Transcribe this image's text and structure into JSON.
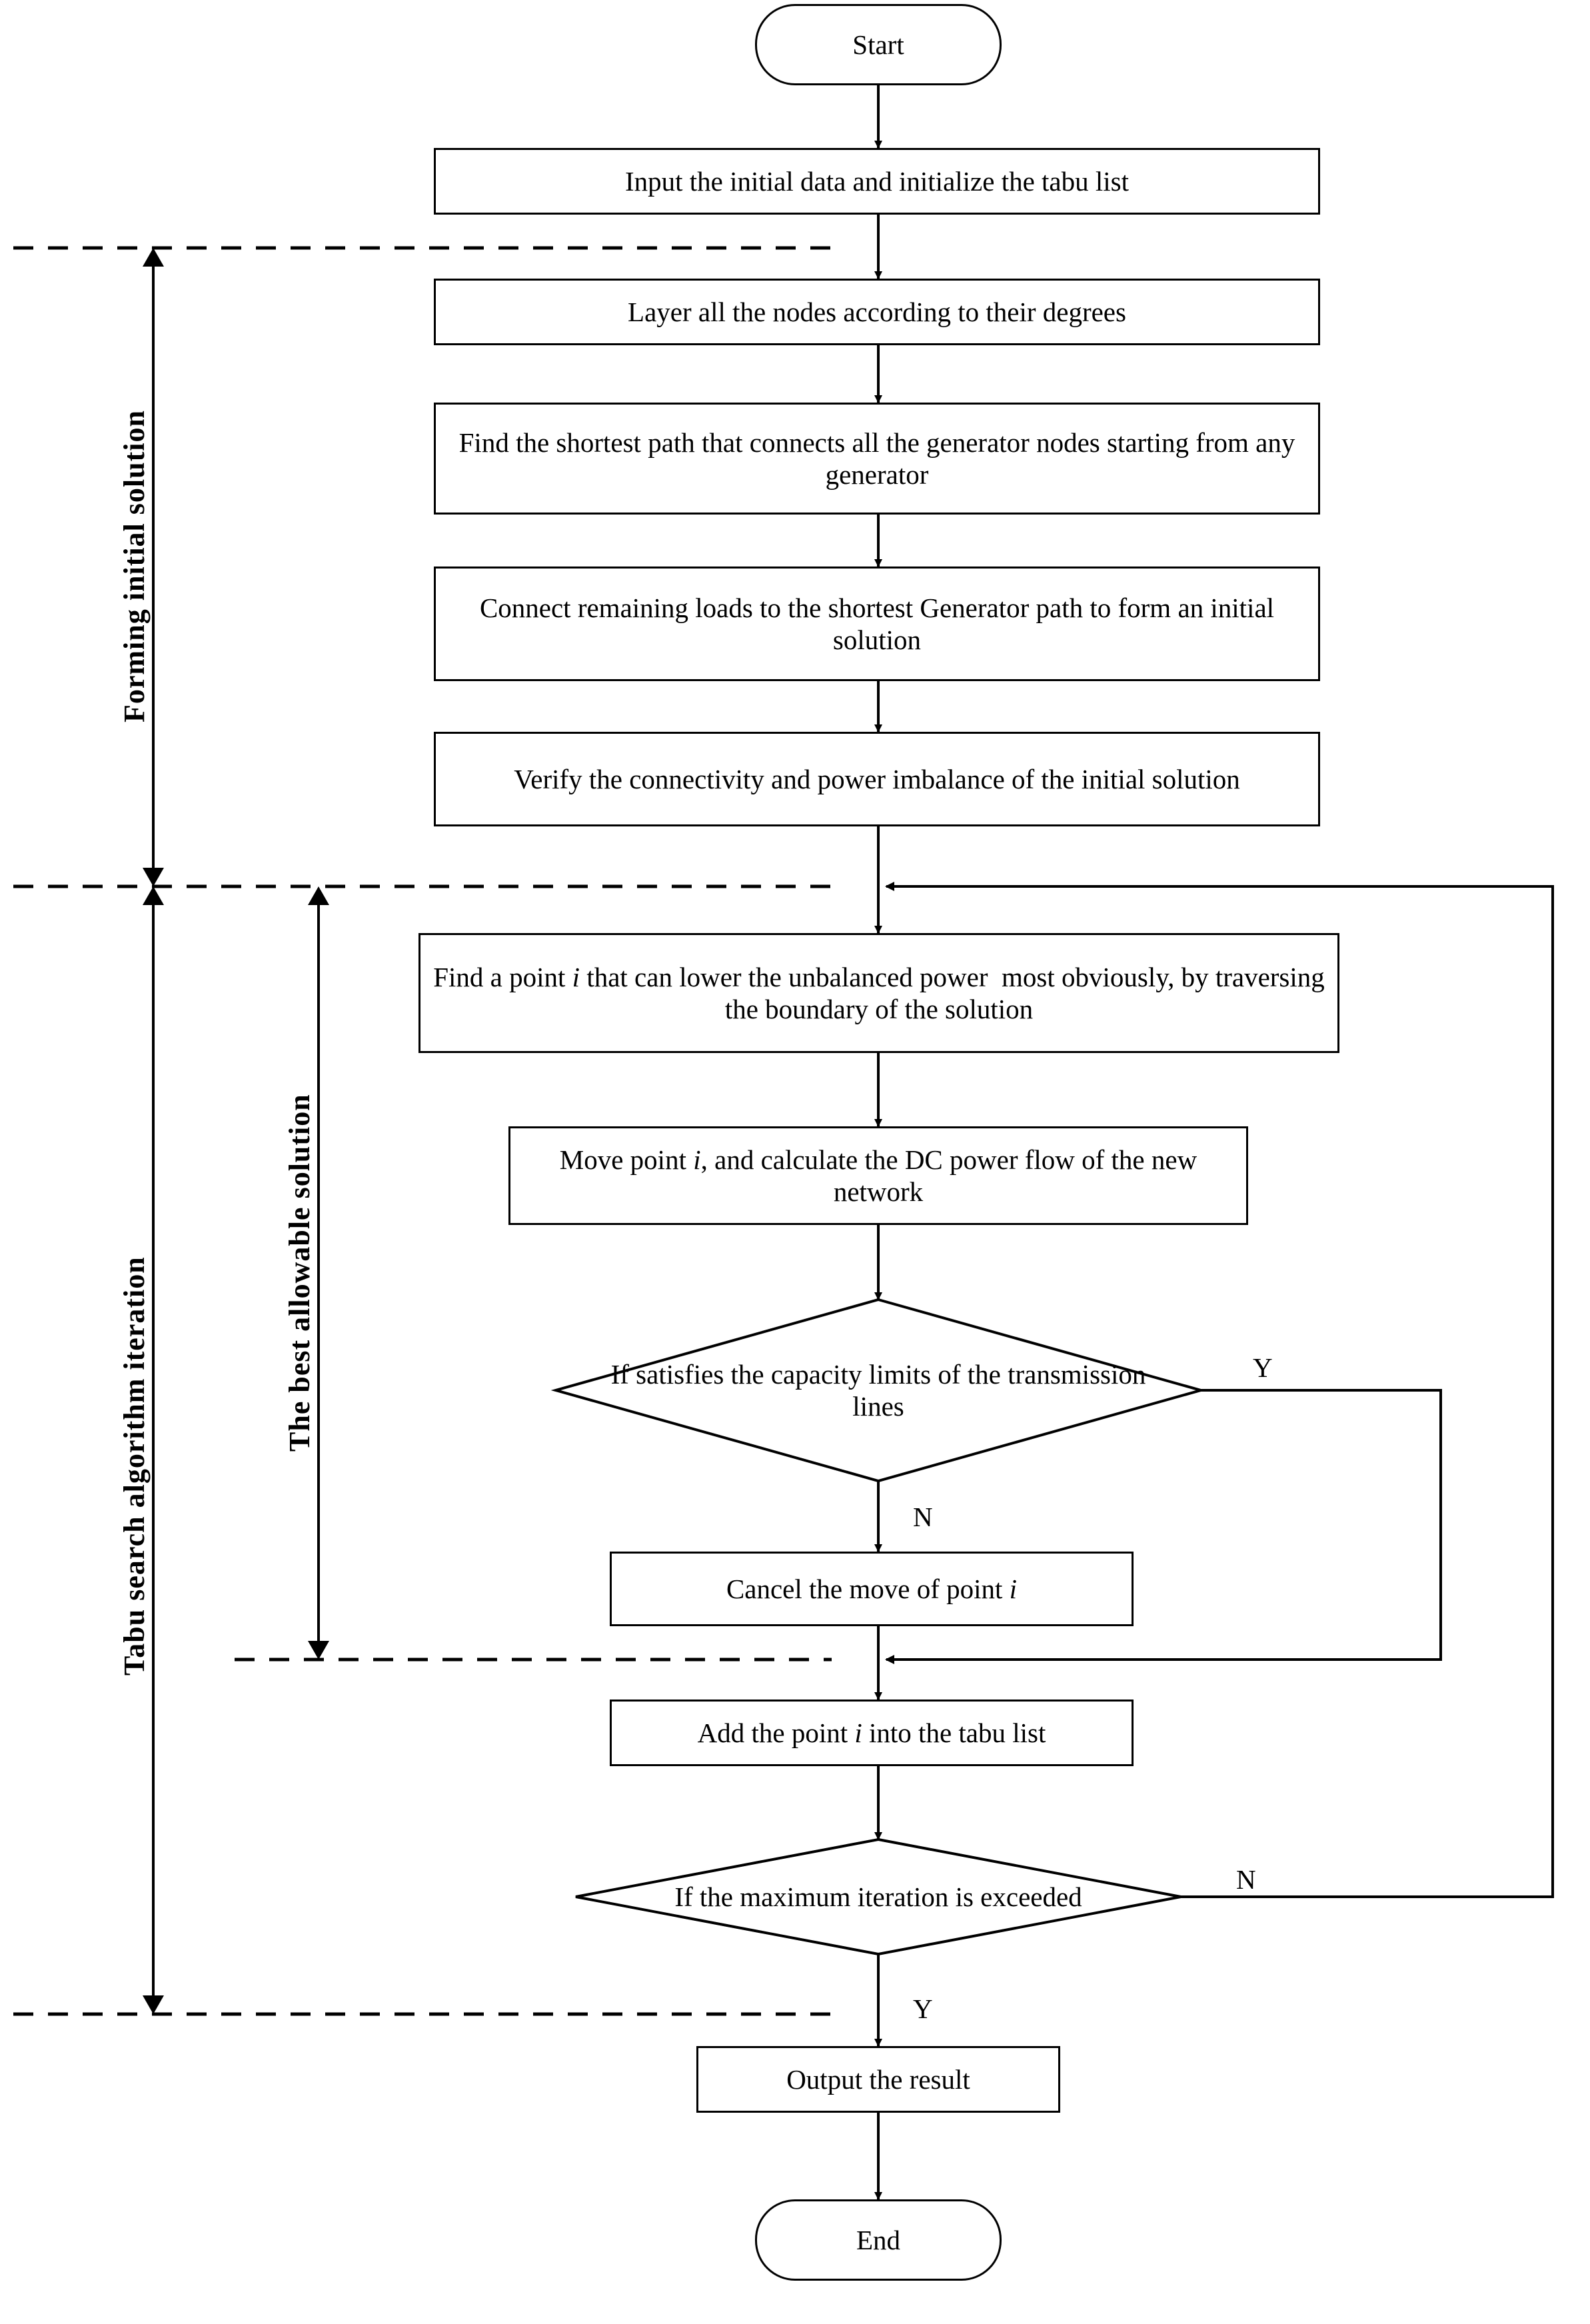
{
  "diagram": {
    "title": "Tabu search algorithm flowchart",
    "nodes": {
      "start": "Start",
      "input_data": "Input the initial data and initialize the tabu list",
      "layer_nodes": "Layer all the nodes according to their degrees",
      "shortest_path": "Find the shortest path that connects all the generator nodes starting from any generator",
      "connect_loads": "Connect remaining loads to the shortest Generator  path to form an initial solution",
      "verify": "Verify the connectivity and power imbalance of the initial solution",
      "find_point": "Find a point i that can lower the unbalanced power  most obviously, by traversing the boundary of the solution",
      "move_point": "Move point i, and calculate the DC power flow of the new network",
      "decision_capacity": "If satisfies the capacity limits of the transmission lines",
      "cancel_move": "Cancel the move of point i",
      "add_tabu": "Add the point i into the tabu list",
      "decision_iteration": "If  the maximum iteration is exceeded",
      "output": "Output the result",
      "end": "End"
    },
    "edge_labels": {
      "capacity_yes": "Y",
      "capacity_no": "N",
      "iteration_no": "N",
      "iteration_yes": "Y"
    },
    "side_labels": {
      "forming": "Forming  initial solution",
      "best_allowable": "The best allowable solution",
      "tabu_iteration": "Tabu search algorithm iteration"
    },
    "colors": {
      "stroke": "#000000",
      "fill": "#ffffff"
    }
  }
}
